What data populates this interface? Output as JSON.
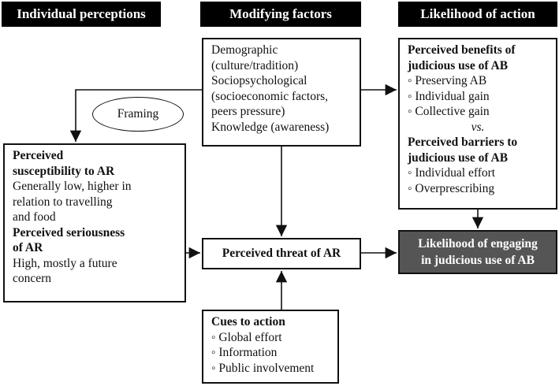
{
  "headers": {
    "individual": "Individual perceptions",
    "modifying": "Modifying factors",
    "likelihood": "Likelihood of action"
  },
  "modifying_box": {
    "lines": [
      "Demographic",
      "(culture/tradition)",
      "Sociopsychological",
      "(socioeconomic factors,",
      "peers pressure)",
      "Knowledge (awareness)"
    ]
  },
  "framing": "Framing",
  "perceptions_box": {
    "susceptibility_title": [
      "Perceived",
      "susceptibility to AR"
    ],
    "susceptibility_text": [
      "Generally low, higher in",
      "relation to travelling",
      "and food"
    ],
    "seriousness_title": [
      "Perceived seriousness",
      "of AR"
    ],
    "seriousness_text": [
      "High, mostly a future",
      "concern"
    ]
  },
  "threat": "Perceived threat of AR",
  "benefits_box": {
    "benefits_title": [
      "Perceived benefits of",
      "judicious use of AB"
    ],
    "benefits_items": [
      "◦ Preserving AB",
      "◦ Individual gain",
      "◦ Collective gain"
    ],
    "vs": "vs.",
    "barriers_title": [
      "Perceived barriers to",
      "judicious use of AB"
    ],
    "barriers_items": [
      "◦ Individual effort",
      "◦ Overprescribing"
    ]
  },
  "likelihood_box": [
    "Likelihood of engaging",
    "in judicious use of AB"
  ],
  "cues_box": {
    "title": "Cues to action",
    "items": [
      "◦ Global effort",
      "◦ Information",
      "◦ Public involvement"
    ]
  }
}
